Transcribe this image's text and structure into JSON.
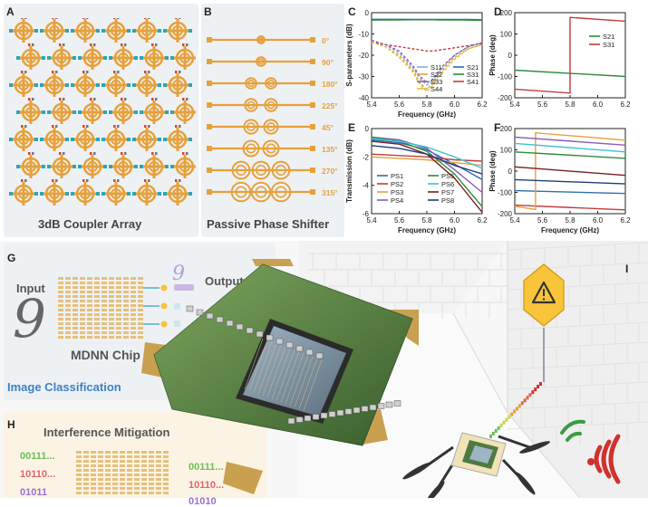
{
  "panels": {
    "A": {
      "letter": "A",
      "caption": "3dB Coupler Array"
    },
    "B": {
      "letter": "B",
      "caption": "Passive Phase Shifter",
      "phases": [
        "0°",
        "90°",
        "180°",
        "225°",
        "45°",
        "135°",
        "270°",
        "315°"
      ]
    },
    "C": {
      "letter": "C"
    },
    "D": {
      "letter": "D"
    },
    "E": {
      "letter": "E"
    },
    "F": {
      "letter": "F"
    },
    "G": {
      "letter": "G",
      "input_label": "Input",
      "output_label": "Output",
      "chip_label": "MDNN Chip",
      "title": "Image Classification",
      "digit": "9"
    },
    "H": {
      "letter": "H",
      "title": "Interference Mitigation",
      "left_seqs": [
        "00111...",
        "10110...",
        "01011"
      ],
      "right_seqs": [
        "00111...",
        "10110...",
        "01010"
      ]
    },
    "I": {
      "letter": "I"
    }
  },
  "colors": {
    "accent": "#e6a13b",
    "teal": "#2aa7b9",
    "panel_bg": "#eef1f4",
    "warning": "#f7c43a"
  },
  "icons": {
    "warning": "warning-icon",
    "wifi_green": "wifi-icon",
    "wifi_red": "wifi-icon"
  },
  "chart_data": [
    {
      "id": "C",
      "type": "line",
      "xlabel": "Frequency (GHz)",
      "ylabel": "S-parameters (dB)",
      "xlim": [
        5.4,
        6.2
      ],
      "ylim": [
        -40,
        0
      ],
      "xticks": [
        5.4,
        5.6,
        5.8,
        6.0,
        6.2
      ],
      "yticks": [
        0,
        -10,
        -20,
        -30,
        -40
      ],
      "x": [
        5.4,
        5.5,
        5.6,
        5.7,
        5.75,
        5.8,
        5.85,
        5.9,
        6.0,
        6.1,
        6.2
      ],
      "series": [
        {
          "name": "S21",
          "color": "#2a6fb0",
          "values": [
            -3.1,
            -3.1,
            -3.1,
            -3.2,
            -3.2,
            -3.2,
            -3.2,
            -3.2,
            -3.2,
            -3.2,
            -3.3
          ]
        },
        {
          "name": "S31",
          "color": "#2e8b3a",
          "values": [
            -3.5,
            -3.4,
            -3.4,
            -3.3,
            -3.3,
            -3.3,
            -3.3,
            -3.4,
            -3.4,
            -3.5,
            -3.6
          ]
        },
        {
          "name": "S41",
          "color": "#c23b3b",
          "values": [
            -14,
            -15,
            -16,
            -17,
            -17.5,
            -18,
            -18,
            -17.5,
            -16.5,
            -15.5,
            -14.5
          ]
        },
        {
          "name": "S11",
          "color": "#7fb3e0",
          "values": [
            -13,
            -15,
            -19,
            -26,
            -31,
            -34,
            -32,
            -27,
            -20,
            -16,
            -14
          ]
        },
        {
          "name": "S22",
          "color": "#e6a13b",
          "values": [
            -14,
            -16,
            -20,
            -27,
            -33,
            -36,
            -33,
            -28,
            -21,
            -17,
            -15
          ]
        },
        {
          "name": "S33",
          "color": "#8a5bb5",
          "values": [
            -13,
            -15,
            -18,
            -25,
            -30,
            -33,
            -31,
            -26,
            -20,
            -16,
            -14
          ]
        },
        {
          "name": "S44",
          "color": "#e0c13b",
          "values": [
            -14,
            -16,
            -21,
            -28,
            -34,
            -37,
            -34,
            -29,
            -22,
            -17,
            -15
          ]
        }
      ]
    },
    {
      "id": "D",
      "type": "line",
      "xlabel": "",
      "ylabel": "Phase (deg)",
      "xlim": [
        5.4,
        6.2
      ],
      "ylim": [
        -200,
        200
      ],
      "xticks": [
        5.4,
        5.6,
        5.8,
        6.0,
        6.2
      ],
      "yticks": [
        200,
        100,
        0,
        -100,
        -200
      ],
      "series": [
        {
          "name": "S21",
          "color": "#2e8b3a",
          "x": [
            5.4,
            6.2
          ],
          "values": [
            -70,
            -100
          ]
        },
        {
          "name": "S31",
          "color": "#c23b3b",
          "x": [
            5.4,
            5.8,
            5.8,
            6.2
          ],
          "values": [
            -160,
            -178,
            178,
            160
          ]
        }
      ]
    },
    {
      "id": "E",
      "type": "line",
      "xlabel": "Frequency (GHz)",
      "ylabel": "Transmission (dB)",
      "xlim": [
        5.4,
        6.2
      ],
      "ylim": [
        -6,
        0
      ],
      "xticks": [
        5.4,
        5.6,
        5.8,
        6.0,
        6.2
      ],
      "yticks": [
        0,
        -2,
        -4,
        -6
      ],
      "x": [
        5.4,
        5.6,
        5.8,
        6.0,
        6.2
      ],
      "series": [
        {
          "name": "PS1",
          "color": "#2a6fb0",
          "values": [
            -0.8,
            -1.0,
            -1.5,
            -2.5,
            -3.6
          ]
        },
        {
          "name": "PS2",
          "color": "#c23b3b",
          "values": [
            -1.8,
            -1.9,
            -2.0,
            -2.2,
            -2.3
          ]
        },
        {
          "name": "PS3",
          "color": "#e6a13b",
          "values": [
            -2.0,
            -2.1,
            -2.2,
            -2.4,
            -2.6
          ]
        },
        {
          "name": "PS4",
          "color": "#8a5bb5",
          "values": [
            -0.6,
            -0.8,
            -1.4,
            -2.9,
            -4.5
          ]
        },
        {
          "name": "PS5",
          "color": "#2e8b3a",
          "values": [
            -0.6,
            -0.9,
            -1.6,
            -3.2,
            -5.5
          ]
        },
        {
          "name": "PS6",
          "color": "#3ec1d3",
          "values": [
            -0.7,
            -0.9,
            -1.3,
            -2.0,
            -2.8
          ]
        },
        {
          "name": "PS7",
          "color": "#7a1f1f",
          "values": [
            -0.9,
            -1.1,
            -1.8,
            -3.5,
            -5.9
          ]
        },
        {
          "name": "PS8",
          "color": "#1f3d7a",
          "values": [
            -1.2,
            -1.4,
            -1.8,
            -2.6,
            -3.2
          ]
        }
      ]
    },
    {
      "id": "F",
      "type": "line",
      "xlabel": "Frequency (GHz)",
      "ylabel": "Phase (deg)",
      "xlim": [
        5.4,
        6.2
      ],
      "ylim": [
        -200,
        200
      ],
      "xticks": [
        5.4,
        5.6,
        5.8,
        6.0,
        6.2
      ],
      "yticks": [
        200,
        100,
        0,
        -100,
        -200
      ],
      "series": [
        {
          "name": "PS1",
          "color": "#2a6fb0",
          "x": [
            5.4,
            6.2
          ],
          "values": [
            -92,
            -105
          ]
        },
        {
          "name": "PS2",
          "color": "#c23b3b",
          "x": [
            5.4,
            6.2
          ],
          "values": [
            -160,
            -182
          ]
        },
        {
          "name": "PS3",
          "color": "#e6a13b",
          "x": [
            5.4,
            5.55,
            5.55,
            6.2
          ],
          "values": [
            -165,
            -180,
            180,
            145
          ]
        },
        {
          "name": "PS4",
          "color": "#8a5bb5",
          "x": [
            5.4,
            6.2
          ],
          "values": [
            160,
            122
          ]
        },
        {
          "name": "PS5",
          "color": "#2e8b3a",
          "x": [
            5.4,
            6.2
          ],
          "values": [
            90,
            60
          ]
        },
        {
          "name": "PS6",
          "color": "#3ec1d3",
          "x": [
            5.4,
            6.2
          ],
          "values": [
            130,
            90
          ]
        },
        {
          "name": "PS7",
          "color": "#7a1f1f",
          "x": [
            5.4,
            6.2
          ],
          "values": [
            20,
            -20
          ]
        },
        {
          "name": "PS8",
          "color": "#1f3d7a",
          "x": [
            5.4,
            6.2
          ],
          "values": [
            -40,
            -60
          ]
        }
      ]
    }
  ]
}
